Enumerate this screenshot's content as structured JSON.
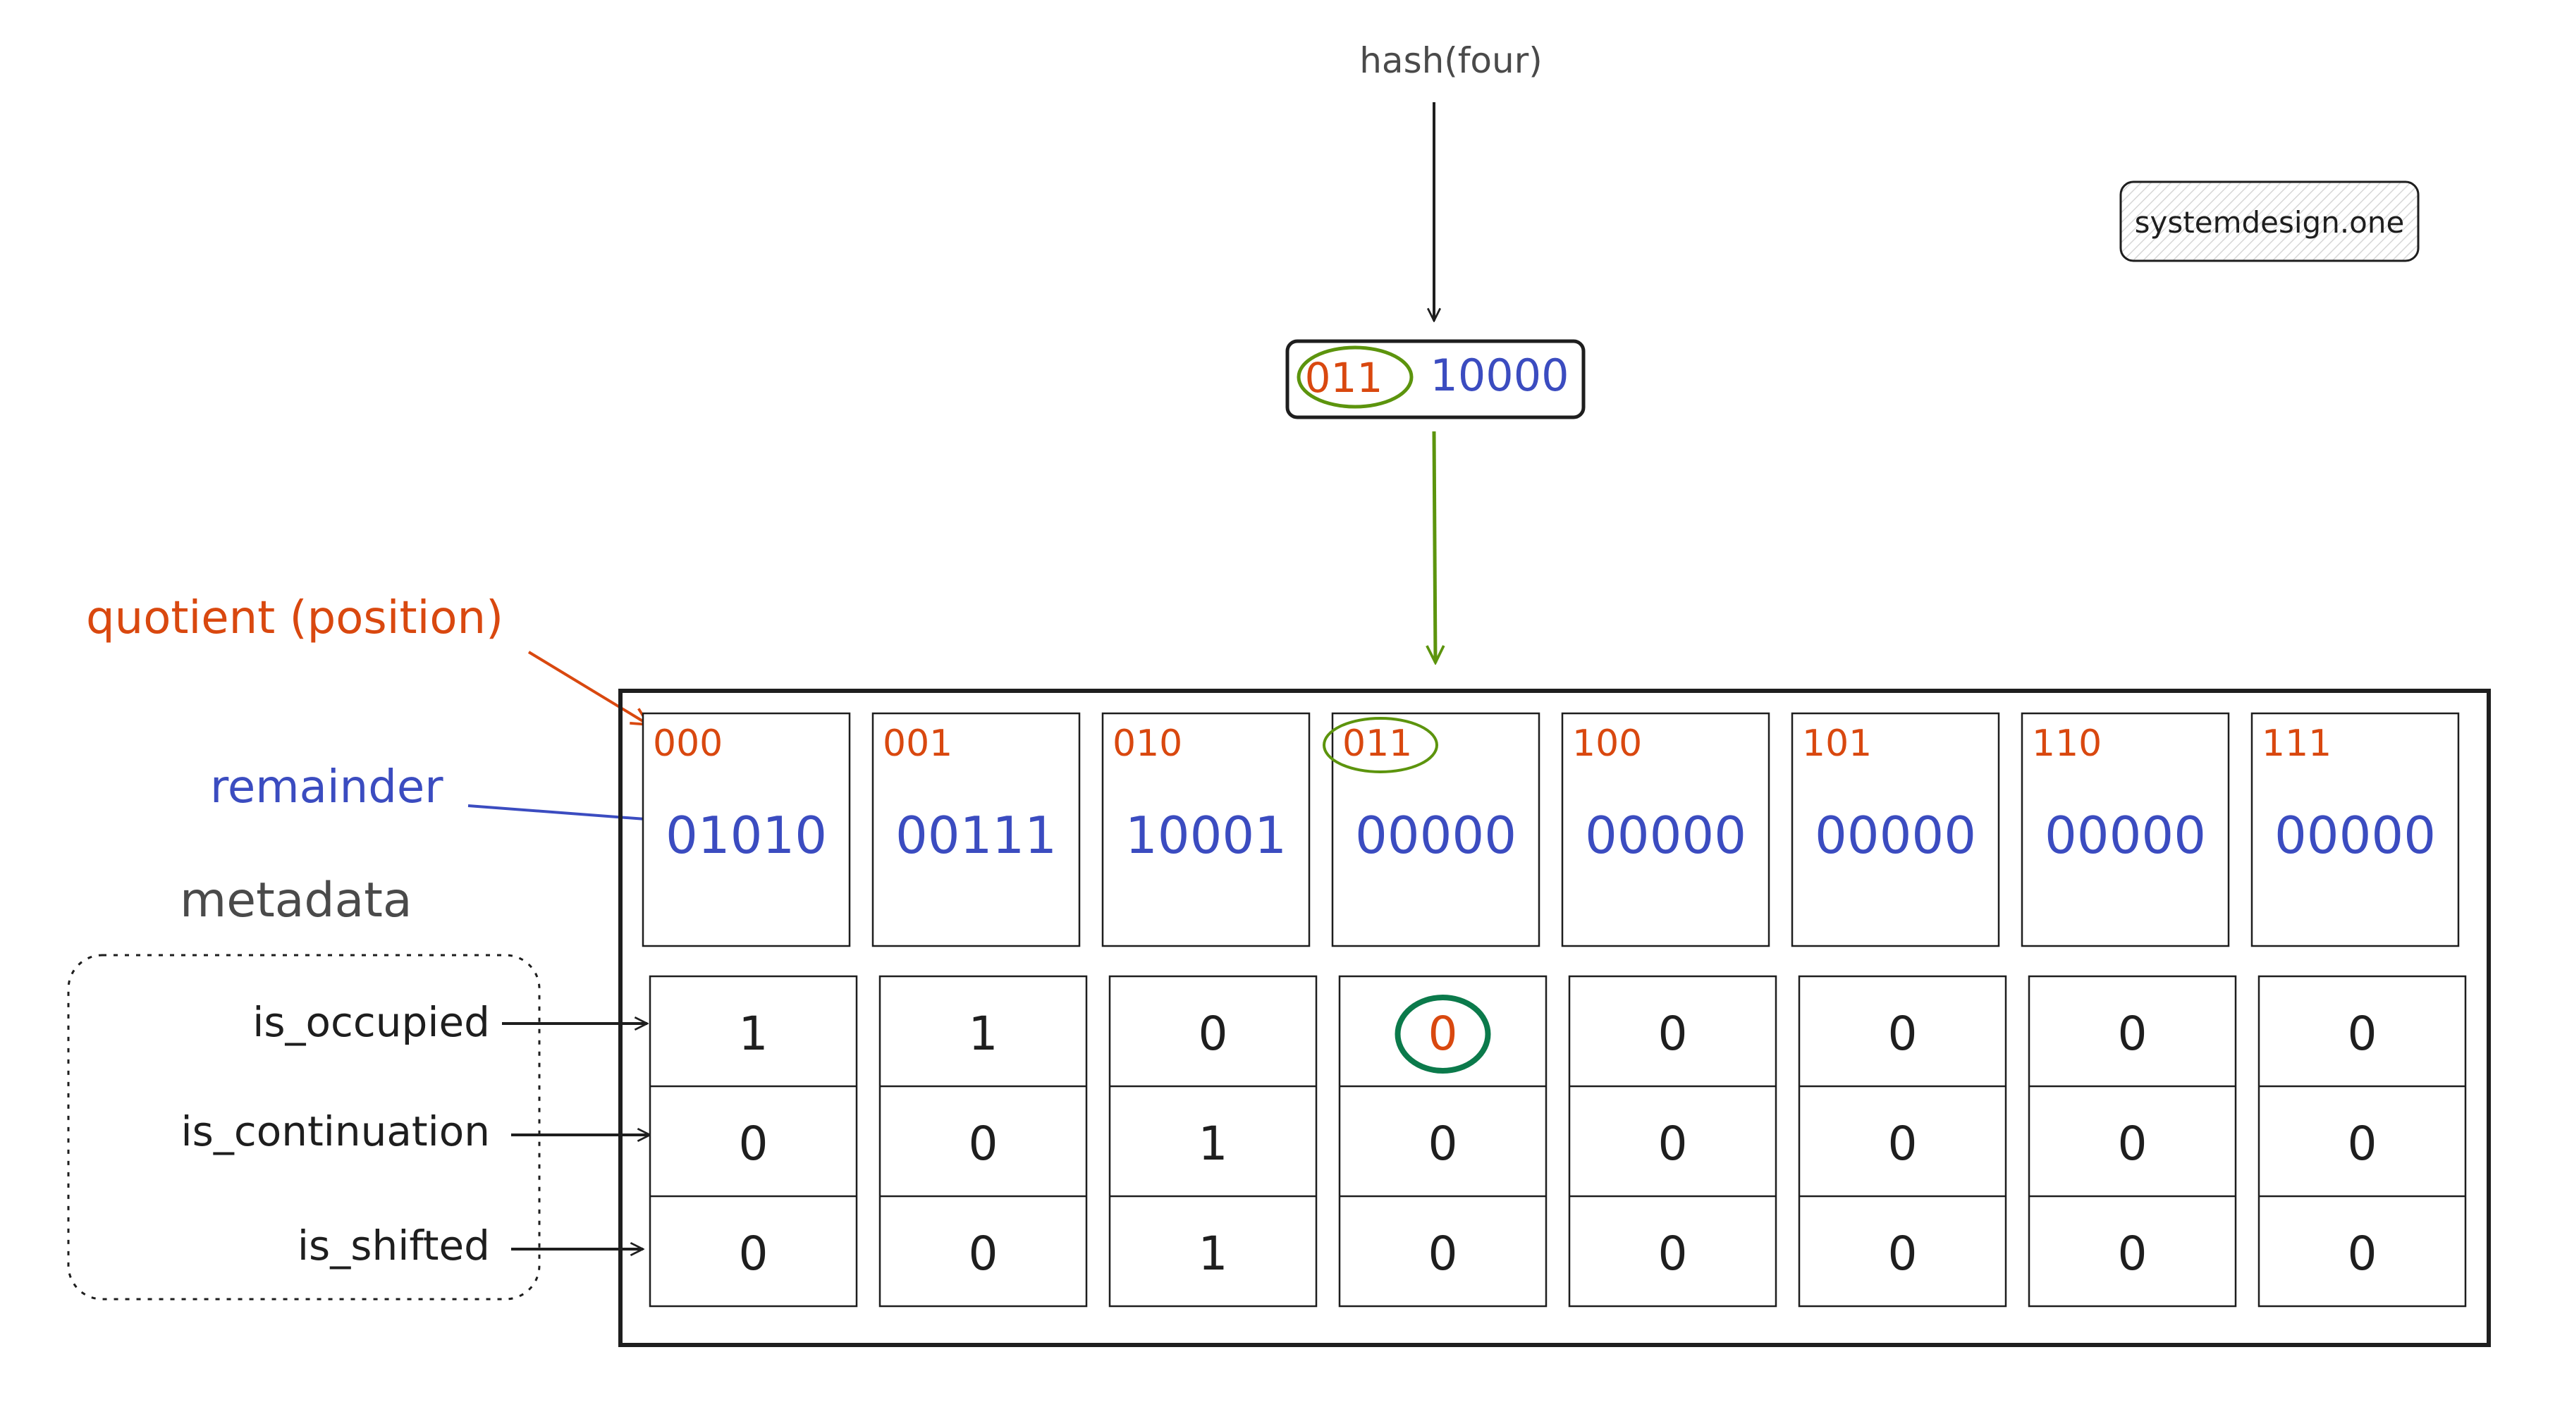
{
  "hash_label": "hash(four)",
  "watermark": "systemdesign.one",
  "fingerprint": {
    "quotient": "011",
    "remainder": "10000"
  },
  "labels": {
    "quotient": "quotient (position)",
    "remainder": "remainder",
    "metadata": "metadata",
    "is_occupied": "is_occupied",
    "is_continuation": "is_continuation",
    "is_shifted": "is_shifted"
  },
  "slots": [
    {
      "quotient": "000",
      "remainder": "01010",
      "is_occupied": "1",
      "is_continuation": "0",
      "is_shifted": "0"
    },
    {
      "quotient": "001",
      "remainder": "00111",
      "is_occupied": "1",
      "is_continuation": "0",
      "is_shifted": "0"
    },
    {
      "quotient": "010",
      "remainder": "10001",
      "is_occupied": "0",
      "is_continuation": "1",
      "is_shifted": "1"
    },
    {
      "quotient": "011",
      "remainder": "00000",
      "is_occupied": "0",
      "is_continuation": "0",
      "is_shifted": "0"
    },
    {
      "quotient": "100",
      "remainder": "00000",
      "is_occupied": "0",
      "is_continuation": "0",
      "is_shifted": "0"
    },
    {
      "quotient": "101",
      "remainder": "00000",
      "is_occupied": "0",
      "is_continuation": "0",
      "is_shifted": "0"
    },
    {
      "quotient": "110",
      "remainder": "00000",
      "is_occupied": "0",
      "is_continuation": "0",
      "is_shifted": "0"
    },
    {
      "quotient": "111",
      "remainder": "00000",
      "is_occupied": "0",
      "is_continuation": "0",
      "is_shifted": "0"
    }
  ],
  "highlight_slot": 3,
  "colors": {
    "quotient": "#d9480f",
    "remainder": "#3b4cc0",
    "ink": "#1e1e1e",
    "arrow_green": "#5c940d",
    "circle_dark_green": "#0b7a4b",
    "hash_text": "#4a4a4a"
  }
}
